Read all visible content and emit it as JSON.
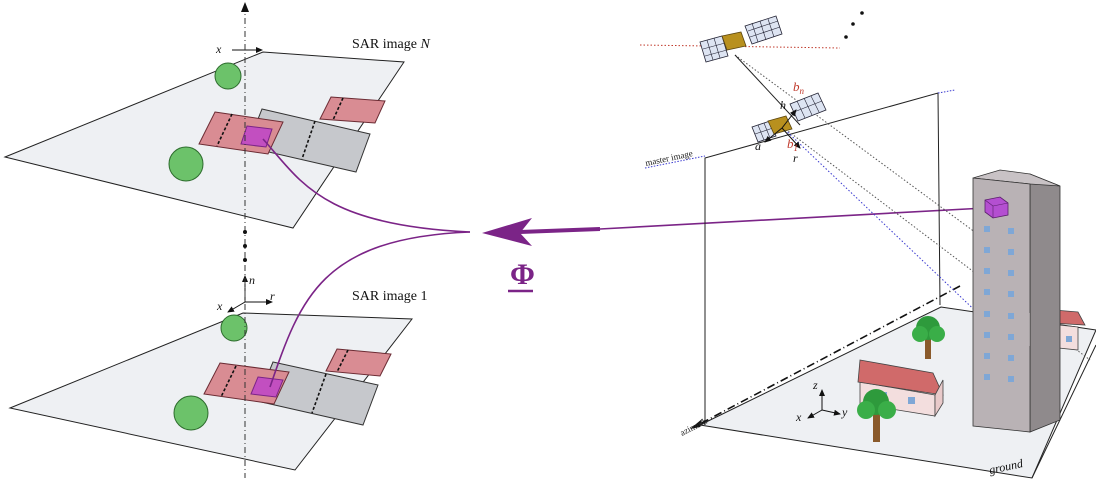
{
  "top_sar_label": "SAR image N",
  "bottom_sar_label": "SAR image 1",
  "phi_symbol": "Φ",
  "axis_labels": {
    "top_x": "x",
    "bottom_x": "x",
    "bottom_n": "n",
    "bottom_r": "r",
    "sat_h": "h",
    "sat_r": "r",
    "sat_a": "a",
    "local_z": "z",
    "local_x": "x",
    "local_y": "y"
  },
  "baseline_labels": {
    "bn": "b",
    "bn_sub": "n",
    "b1": "b",
    "b1_sub": "1"
  },
  "master_image_label": "master image",
  "azimuth_label": "azimuth",
  "ground_label": "ground",
  "colors": {
    "purple": "#7b2487",
    "green": "#6cc26a",
    "pink": "#d98c93",
    "grey_patch": "#c6c8cc",
    "plane": "#eef0f3",
    "building_front": "#b9b2b5",
    "building_side": "#8f8a8c",
    "window": "#7fa7d6",
    "roof": "#d06a6a",
    "tree": "#2e9a3c",
    "trunk": "#8a5a2b"
  }
}
